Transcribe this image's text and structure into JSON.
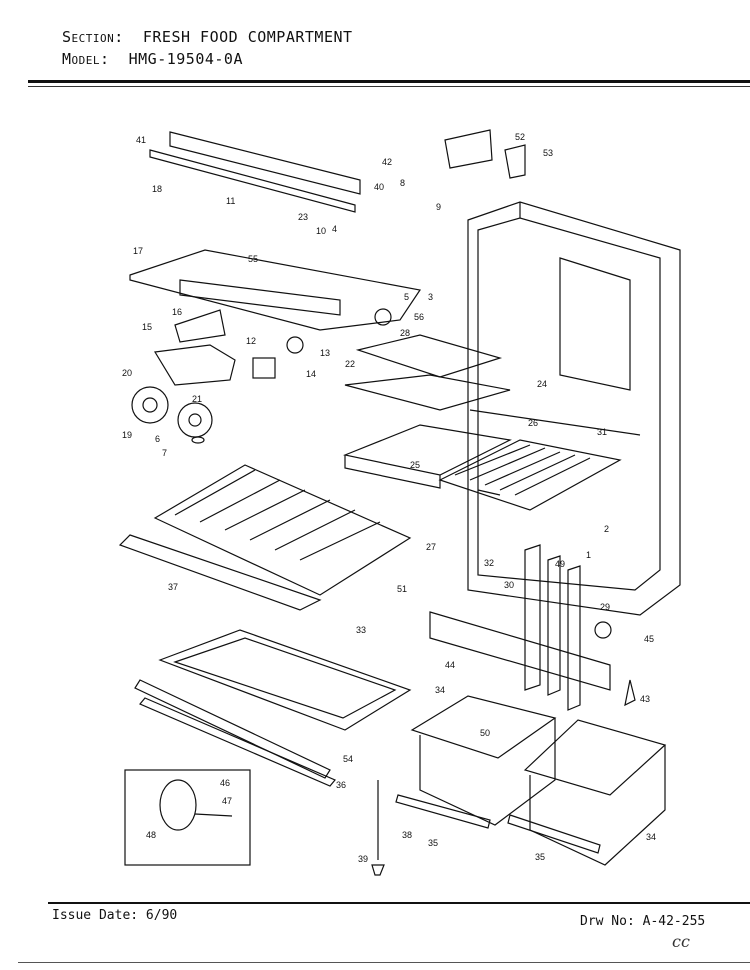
{
  "header": {
    "section_key": "Section:",
    "section_value": "FRESH FOOD COMPARTMENT",
    "model_key": "Model:",
    "model_value": "HMG-19504-0A"
  },
  "footer": {
    "issue": "Issue Date: 6/90",
    "drawing": "Drw No: A-42-255",
    "initials": "cc"
  },
  "callouts": [
    "1",
    "2",
    "3",
    "4",
    "5",
    "6",
    "7",
    "8",
    "9",
    "10",
    "11",
    "12",
    "13",
    "14",
    "15",
    "16",
    "17",
    "18",
    "19",
    "20",
    "21",
    "22",
    "23",
    "24",
    "25",
    "26",
    "27",
    "28",
    "29",
    "30",
    "31",
    "32",
    "33",
    "34",
    "34",
    "35",
    "35",
    "36",
    "37",
    "38",
    "39",
    "40",
    "41",
    "42",
    "43",
    "44",
    "45",
    "46",
    "47",
    "48",
    "49",
    "50",
    "51",
    "52",
    "53",
    "54",
    "55",
    "56"
  ],
  "colors": {
    "ink": "#111111",
    "paper": "#ffffff"
  }
}
